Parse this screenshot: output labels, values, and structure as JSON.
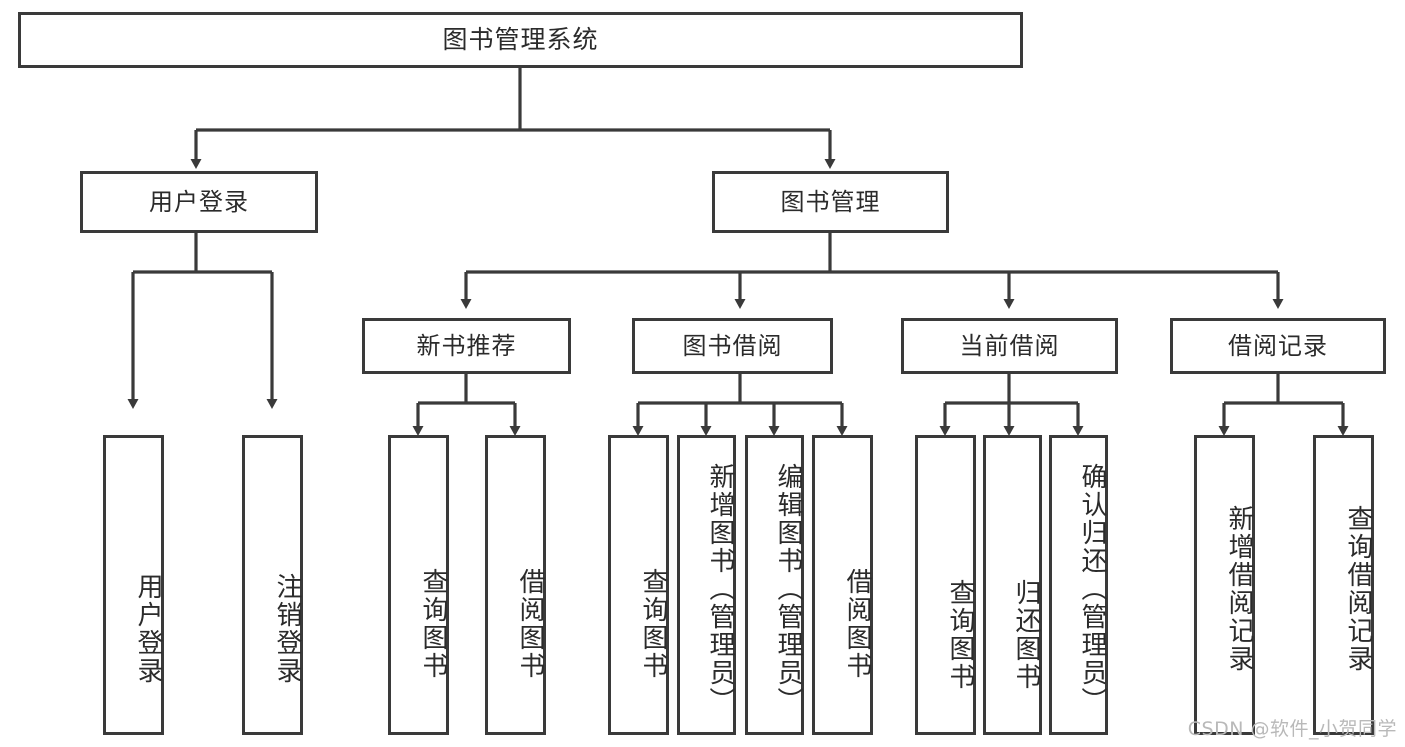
{
  "diagram": {
    "title": "图书管理系统",
    "type": "功能结构图",
    "line_color": "#3a3a3a",
    "text_color": "#2b2b2b",
    "background": "#ffffff"
  },
  "root": {
    "label": "图书管理系统"
  },
  "level2": [
    {
      "id": "user-login",
      "label": "用户登录"
    },
    {
      "id": "book-manage",
      "label": "图书管理"
    }
  ],
  "level3": [
    {
      "id": "new-book-recommend",
      "label": "新书推荐"
    },
    {
      "id": "book-borrow",
      "label": "图书借阅"
    },
    {
      "id": "current-borrow",
      "label": "当前借阅"
    },
    {
      "id": "borrow-record",
      "label": "借阅记录"
    }
  ],
  "leaves": {
    "user_login": [
      {
        "id": "leaf-user-login",
        "label": "用户登录"
      },
      {
        "id": "leaf-logout-login",
        "label": "注销登录"
      }
    ],
    "new_book_recommend": [
      {
        "id": "leaf-query-book-1",
        "label": "查询图书"
      },
      {
        "id": "leaf-borrow-book-1",
        "label": "借阅图书"
      }
    ],
    "book_borrow": [
      {
        "id": "leaf-query-book-2",
        "label": "查询图书"
      },
      {
        "id": "leaf-add-book",
        "label": "新增图书（管理员）"
      },
      {
        "id": "leaf-edit-book",
        "label": "编辑图书（管理员）"
      },
      {
        "id": "leaf-borrow-book-2",
        "label": "借阅图书"
      }
    ],
    "current_borrow": [
      {
        "id": "leaf-query-book-3",
        "label": "查询图书"
      },
      {
        "id": "leaf-return-book",
        "label": "归还图书"
      },
      {
        "id": "leaf-confirm-return",
        "label": "确认归还（管理员）"
      }
    ],
    "borrow_record": [
      {
        "id": "leaf-add-record",
        "label": "新增借阅记录"
      },
      {
        "id": "leaf-query-record",
        "label": "查询借阅记录"
      }
    ]
  },
  "watermark": {
    "text": "CSDN @软件_小贺同学"
  }
}
